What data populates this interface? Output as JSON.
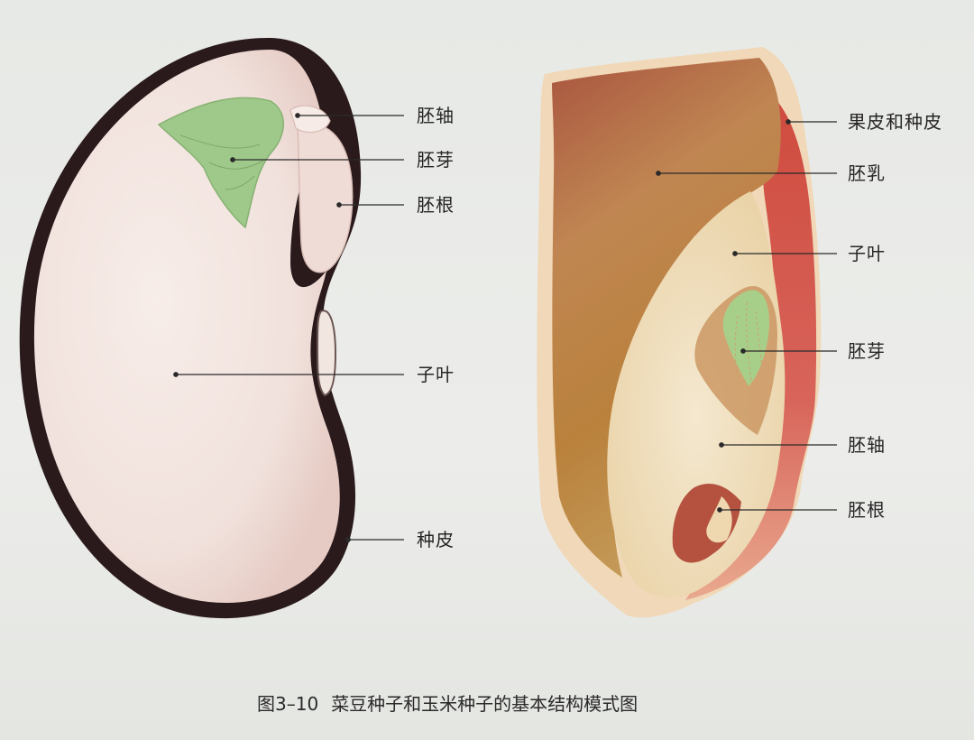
{
  "bean_labels": {
    "hypocotyl": "胚轴",
    "plumule": "胚芽",
    "radicle": "胚根",
    "cotyledon": "子叶",
    "seed_coat": "种皮"
  },
  "corn_labels": {
    "pericarp_seed_coat": "果皮和种皮",
    "endosperm": "胚乳",
    "cotyledon": "子叶",
    "plumule": "胚芽",
    "hypocotyl": "胚轴",
    "radicle": "胚根"
  },
  "caption": {
    "number": "图3–10",
    "text": "菜豆种子和玉米种子的基本结构模式图"
  },
  "colors": {
    "seed_coat_dark": "#2a1a1c",
    "bean_flesh": "#f3e6e1",
    "plumule_green": "#9fc98a",
    "corn_endosperm": "#b45d45",
    "corn_pericarp": "#d9574a",
    "corn_embryo": "#f2e2c2",
    "background": "#e9ebe8"
  }
}
